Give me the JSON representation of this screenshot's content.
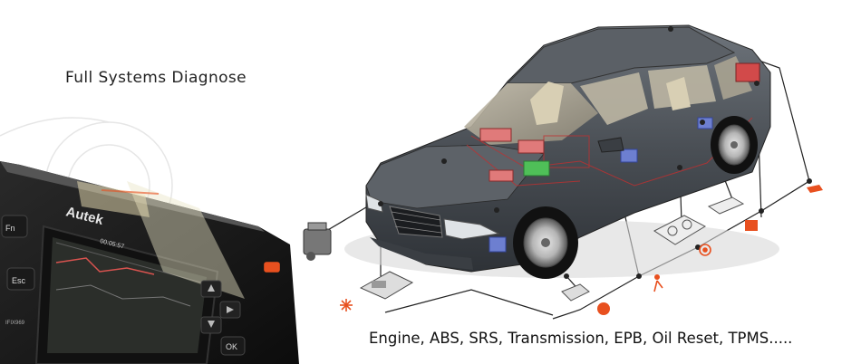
{
  "header": {
    "title": "Full Systems Diagnose"
  },
  "footer": {
    "systems_caption": "Engine, ABS, SRS, Transmission, EPB, Oil Reset, TPMS....."
  },
  "device": {
    "brand": "Autek",
    "model": "IFIX969",
    "keys": {
      "fn": "Fn",
      "esc": "Esc",
      "ok": "OK"
    },
    "screen_readout": "00:05:57"
  },
  "colors": {
    "accent": "#e8501f",
    "line": "#222222",
    "car_body": "#4b5056"
  },
  "icons": [
    "engine-icon",
    "engine-warning-icon",
    "abs-icon",
    "airbag-icon",
    "oil-icon",
    "tpms-icon",
    "door-icon",
    "snowflake-icon",
    "ecu-module-icon",
    "cluster-icon",
    "sensor-icon"
  ]
}
